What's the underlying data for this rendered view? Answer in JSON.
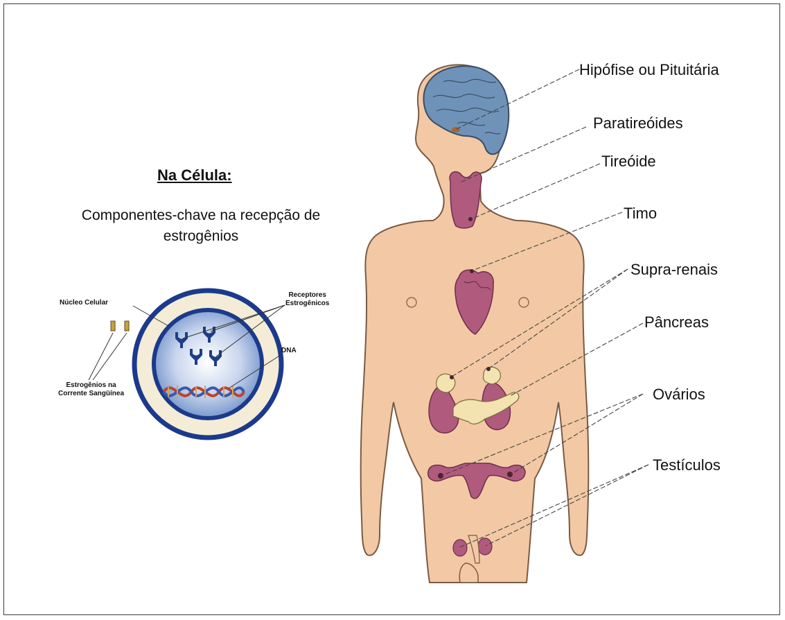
{
  "cell_panel": {
    "title": "Na Célula:",
    "subtitle": "Componentes-chave na recepção de estrogênios",
    "labels": {
      "nucleus": "Núcleo Celular",
      "receptors_line1": "Receptores",
      "receptors_line2": "Estrogênicos",
      "dna": "DNA",
      "estrogens_line1": "Estrogênios na",
      "estrogens_line2": "Corrente Sangüínea"
    }
  },
  "body_panel": {
    "labels": {
      "pituitary": "Hipófise ou Pituitária",
      "parathyroids": "Paratireóides",
      "thyroid": "Tireóide",
      "thymus": "Timo",
      "adrenals": "Supra-renais",
      "pancreas": "Pâncreas",
      "ovaries": "Ovários",
      "testicles": "Testículos"
    }
  },
  "colors": {
    "skin": "#f2c9a4",
    "skin_outline": "#7a5a44",
    "brain": "#6f93b8",
    "organ": "#b05a7e",
    "adrenal_pancreas": "#f2e3b0",
    "nucleus_ring": "#1b3a8c",
    "nucleus_fill": "#b9cbe8",
    "receptor": "#1d3d86"
  }
}
